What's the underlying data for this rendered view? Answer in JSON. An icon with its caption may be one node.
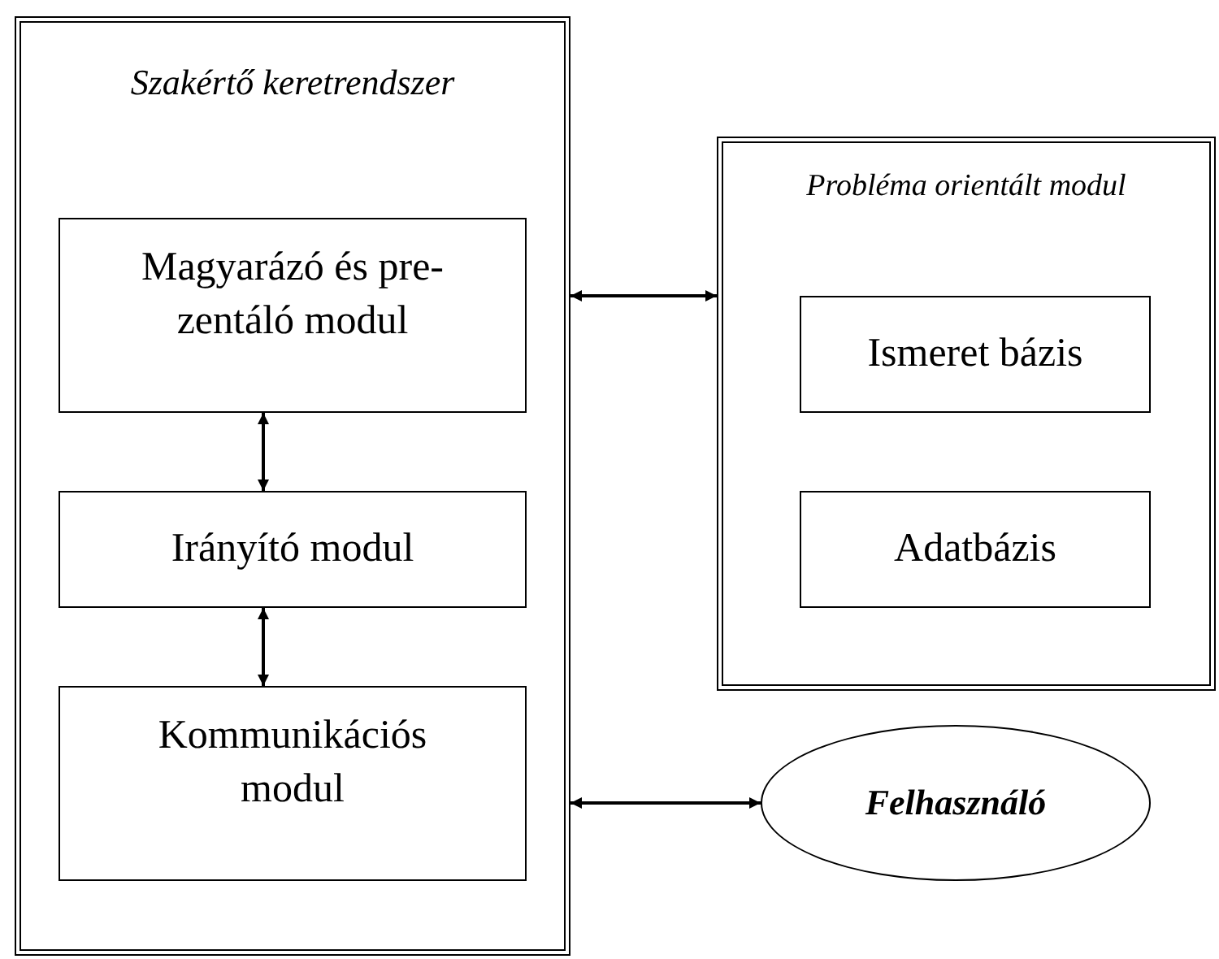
{
  "diagram": {
    "nodes": [
      {
        "text": [
          "Szakértő keretrendszer"
        ]
      },
      {
        "text": [
          "Magyarázó és pre-zentáló modul"
        ],
        "in": 0
      },
      {
        "text": [
          "Irányító modul"
        ],
        "in": 0
      },
      {
        "text": [
          "Kommunikációs modul"
        ],
        "in": 0
      },
      {
        "text": [
          "Probléma orientált modul"
        ]
      },
      {
        "text": [
          "Ismeret bázis"
        ],
        "in": 4
      },
      {
        "text": [
          "Adatbázis"
        ],
        "in": 4
      },
      {
        "text": [
          "Felhasználó"
        ]
      }
    ],
    "edges": [
      {
        "from": 1,
        "to": 2,
        "arrow": "both"
      },
      {
        "from": 2,
        "to": 3,
        "arrow": "both"
      },
      {
        "from": 0,
        "to": 4,
        "arrow": "both"
      },
      {
        "from": 0,
        "to": 7,
        "arrow": "both"
      }
    ]
  }
}
